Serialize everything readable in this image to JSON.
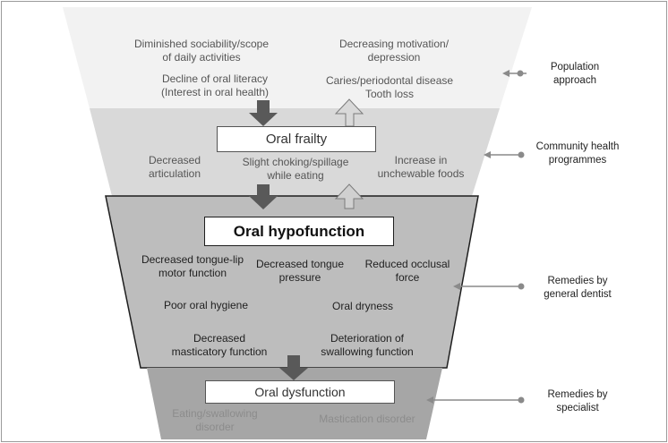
{
  "layers": {
    "top": {
      "items": [
        "Diminished sociability/scope\nof daily activities",
        "Decreasing motivation/\ndepression",
        "Decline of oral literacy\n(Interest in oral health)",
        "Caries/periodontal disease\nTooth loss"
      ]
    },
    "frailty": {
      "title": "Oral frailty",
      "items": [
        "Decreased\narticulation",
        "Slight choking/spillage\nwhile eating",
        "Increase in\nunchewable foods"
      ]
    },
    "hypofunction": {
      "title": "Oral hypofunction",
      "items": [
        "Decreased tongue-lip\nmotor function",
        "Decreased tongue\npressure",
        "Reduced occlusal\nforce",
        "Poor oral hygiene",
        "Oral dryness",
        "Decreased\nmasticatory function",
        "Deterioration of\nswallowing function"
      ]
    },
    "dysfunction": {
      "title": "Oral dysfunction",
      "items": [
        "Eating/swallowing\ndisorder",
        "Mastication disorder"
      ]
    }
  },
  "approaches": [
    "Population\napproach",
    "Community health\nprogrammes",
    "Remedies by\ngeneral dentist",
    "Remedies by\nspecialist"
  ],
  "colors": {
    "layer_top": "#f2f2f2",
    "layer_frailty": "#d9d9d9",
    "layer_hypofunction": "#bdbdbd",
    "layer_dysfunction": "#a6a6a6",
    "arrow_dark": "#595959",
    "arrow_light": "#d0d0d0",
    "connector": "#8a8a8a"
  }
}
